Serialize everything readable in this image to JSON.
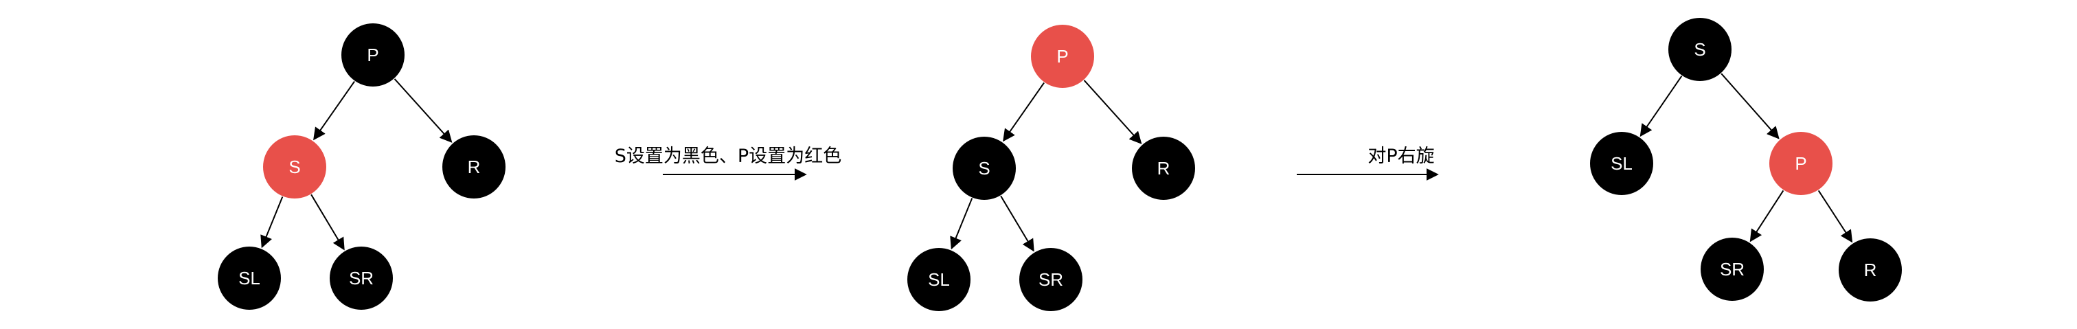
{
  "colors": {
    "black_node": "#000000",
    "red_node": "#e8504a",
    "node_text": "#ffffff",
    "edge": "#000000",
    "background": "#ffffff"
  },
  "trees": [
    {
      "id": "tree-before",
      "nodes": [
        {
          "id": "P",
          "label": "P",
          "color": "black"
        },
        {
          "id": "S",
          "label": "S",
          "color": "red"
        },
        {
          "id": "R",
          "label": "R",
          "color": "black"
        },
        {
          "id": "SL",
          "label": "SL",
          "color": "black"
        },
        {
          "id": "SR",
          "label": "SR",
          "color": "black"
        }
      ],
      "edges": [
        [
          "P",
          "S"
        ],
        [
          "P",
          "R"
        ],
        [
          "S",
          "SL"
        ],
        [
          "S",
          "SR"
        ]
      ]
    },
    {
      "id": "tree-recolored",
      "nodes": [
        {
          "id": "P",
          "label": "P",
          "color": "red"
        },
        {
          "id": "S",
          "label": "S",
          "color": "black"
        },
        {
          "id": "R",
          "label": "R",
          "color": "black"
        },
        {
          "id": "SL",
          "label": "SL",
          "color": "black"
        },
        {
          "id": "SR",
          "label": "SR",
          "color": "black"
        }
      ],
      "edges": [
        [
          "P",
          "S"
        ],
        [
          "P",
          "R"
        ],
        [
          "S",
          "SL"
        ],
        [
          "S",
          "SR"
        ]
      ]
    },
    {
      "id": "tree-rotated",
      "nodes": [
        {
          "id": "S",
          "label": "S",
          "color": "black"
        },
        {
          "id": "SL",
          "label": "SL",
          "color": "black"
        },
        {
          "id": "P",
          "label": "P",
          "color": "red"
        },
        {
          "id": "SR",
          "label": "SR",
          "color": "black"
        },
        {
          "id": "R",
          "label": "R",
          "color": "black"
        }
      ],
      "edges": [
        [
          "S",
          "SL"
        ],
        [
          "S",
          "P"
        ],
        [
          "P",
          "SR"
        ],
        [
          "P",
          "R"
        ]
      ]
    }
  ],
  "steps": [
    {
      "label": "S设置为黑色、P设置为红色"
    },
    {
      "label": "对P右旋"
    }
  ]
}
